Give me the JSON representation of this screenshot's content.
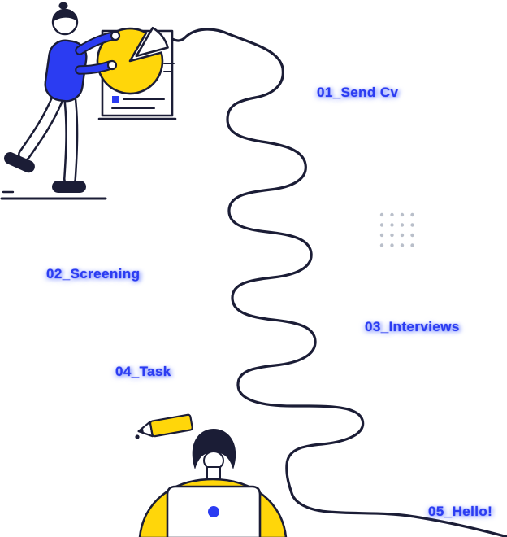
{
  "steps": [
    {
      "label": "01_Send Cv"
    },
    {
      "label": "02_Screening"
    },
    {
      "label": "03_Interviews"
    },
    {
      "label": "04_Task"
    },
    {
      "label": "05_Hello!"
    }
  ],
  "colors": {
    "label_blue": "#2b3cf2",
    "outline_dark": "#1b1d36",
    "accent_yellow": "#ffd60a",
    "dot_gray": "#b9bfca",
    "background": "#ffffff"
  },
  "icons": {
    "journey_path": "serpentine-curve-line",
    "pie_chart": "yellow-pie-with-detached-slice",
    "dots_pattern": "4x4-dot-grid",
    "pencil": "yellow-pencil",
    "laptop": "white-laptop-lid-with-blue-dot-logo"
  }
}
